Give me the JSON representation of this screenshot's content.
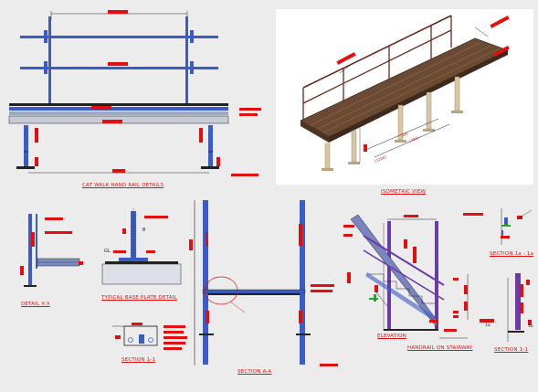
{
  "captions": {
    "handrail_details": "CAT WALK HAND RAIL DETAILS",
    "isometric_view": "ISOMETRIC VIEW",
    "detail_xx": "DETAIL X-X",
    "base_plate": "TYPICAL BASE PLATE DETAIL",
    "section_1_1": "SECTION 1-1",
    "section_aa": "SECTION A-A",
    "elevation": "ELEVATION",
    "handrail_stairway": "HANDRAIL ON STAIRWAY",
    "section_1a_1a": "SECTION 1a - 1a",
    "section_1_1b": "SECTION 1-1"
  },
  "labels": {
    "b1": "B",
    "b2": "B",
    "dim_300": "300",
    "dim_750": "(750)",
    "dim_1200": "(1200)",
    "label_1a_left": "1a",
    "label_1a_right": "1a",
    "gl": "GL"
  },
  "colors": {
    "background": "#ececec",
    "panel": "#ffffff",
    "annotation_red": "#e01010",
    "steel_blue": "#3a5cc4",
    "structure_purple": "#6a3aa8",
    "line_black": "#222222",
    "grating_brown": "#6b4a34",
    "column_tan": "#d8c7a4"
  }
}
